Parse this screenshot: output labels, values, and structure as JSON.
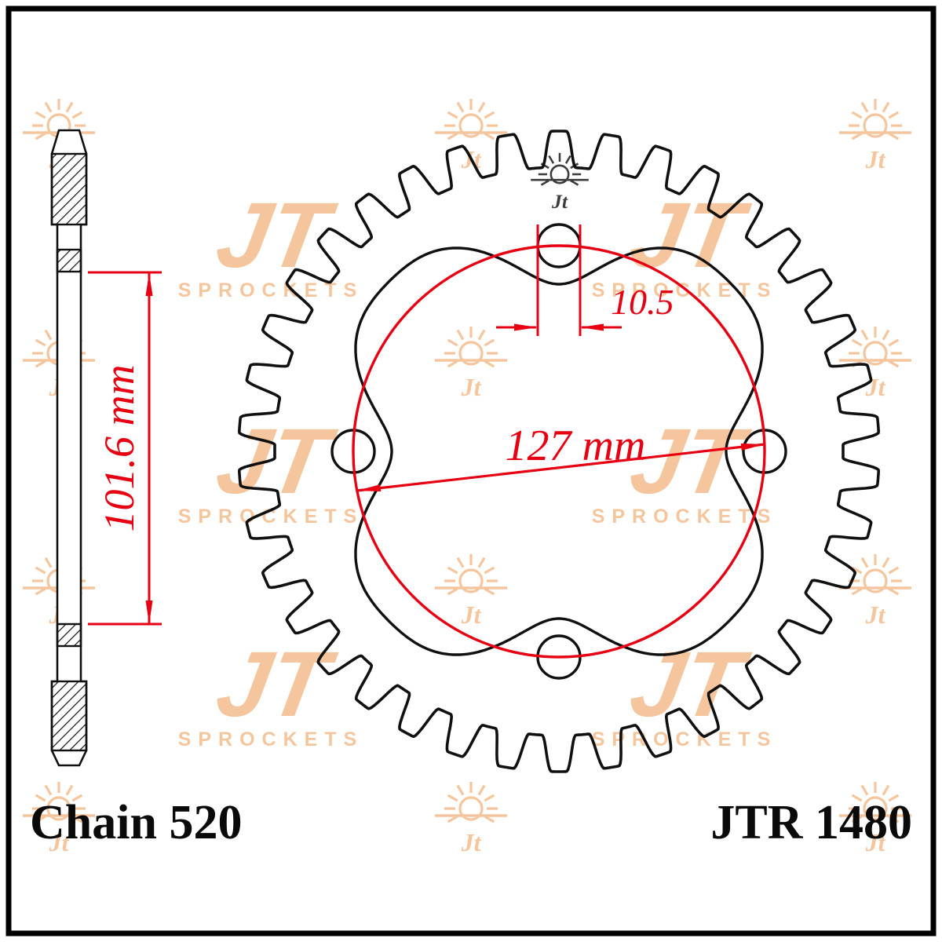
{
  "diagram": {
    "type": "sprocket-technical-drawing",
    "labels": {
      "chain": "Chain 520",
      "part_number": "JTR 1480"
    },
    "dimensions": {
      "overall_vertical": "101.6 mm",
      "bolt_circle": "127 mm",
      "bolt_hole": "10.5"
    },
    "watermark": {
      "logo_main": "JT",
      "logo_sub": "SPROCKETS",
      "sun_label": "Jt"
    },
    "colors": {
      "dimension_red": "#e60012",
      "watermark_orange": "#f5c69d",
      "line_black": "#101010",
      "stamp_gray": "#3c3c3c"
    }
  }
}
